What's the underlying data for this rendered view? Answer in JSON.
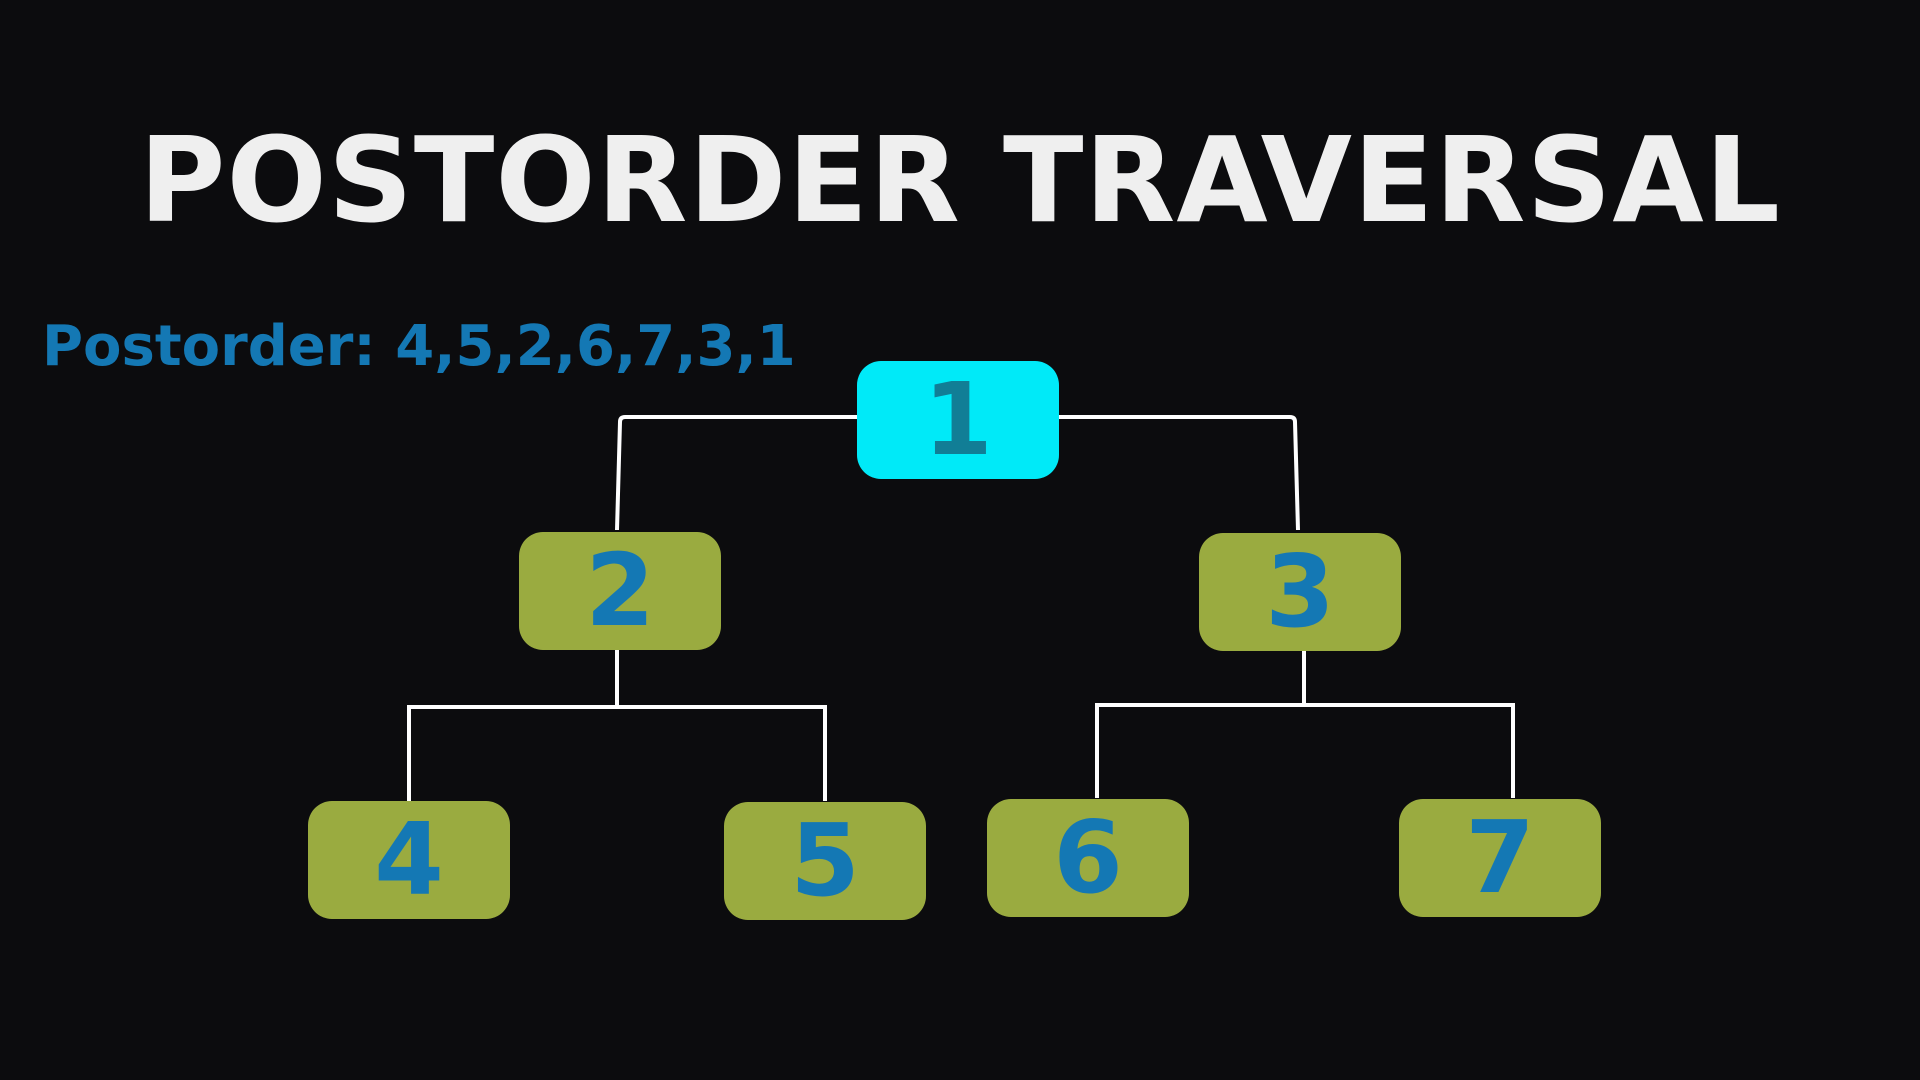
{
  "title": "POSTORDER TRAVERSAL",
  "postorder_label": "Postorder: 4,5,2,6,7,3,1",
  "tree": {
    "active_node": "1",
    "nodes": [
      {
        "id": "n1",
        "label": "1",
        "active": true
      },
      {
        "id": "n2",
        "label": "2",
        "active": false
      },
      {
        "id": "n3",
        "label": "3",
        "active": false
      },
      {
        "id": "n4",
        "label": "4",
        "active": false
      },
      {
        "id": "n5",
        "label": "5",
        "active": false
      },
      {
        "id": "n6",
        "label": "6",
        "active": false
      },
      {
        "id": "n7",
        "label": "7",
        "active": false
      }
    ],
    "edges": [
      {
        "from": "1",
        "to": "2"
      },
      {
        "from": "1",
        "to": "3"
      },
      {
        "from": "2",
        "to": "4"
      },
      {
        "from": "2",
        "to": "5"
      },
      {
        "from": "3",
        "to": "6"
      },
      {
        "from": "3",
        "to": "7"
      }
    ]
  },
  "colors": {
    "background": "#0c0c0e",
    "title": "#efefef",
    "node_fill": "#9aab40",
    "node_active_fill": "#00eaf8",
    "node_text": "#1478b4",
    "edge": "#ffffff"
  }
}
